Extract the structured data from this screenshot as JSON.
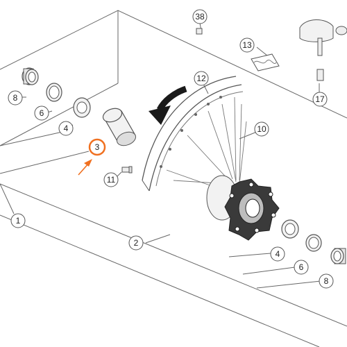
{
  "diagram": {
    "callouts": {
      "c38": "38",
      "c13": "13",
      "c12": "12",
      "c17": "17",
      "c8a": "8",
      "c6a": "6",
      "c4a": "4",
      "c3": "3",
      "c10": "10",
      "c11": "11",
      "c1": "1",
      "c2": "2",
      "c4b": "4",
      "c6b": "6",
      "c8b": "8"
    },
    "colors": {
      "highlight": "#f07020",
      "arrow": "#1a1a1a",
      "outline": "#555555"
    },
    "icons": {
      "direction": "rotation-direction-arrow-icon",
      "pointer": "highlight-pointer-arrow-icon"
    }
  }
}
